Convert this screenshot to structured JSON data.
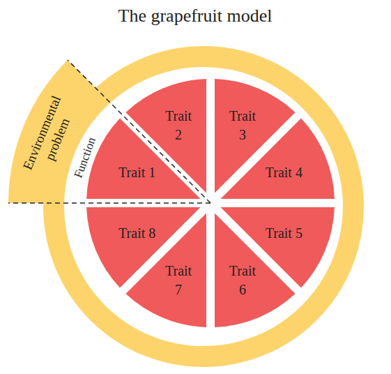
{
  "diagram": {
    "title": "The grapefruit model",
    "nodes": [
      {
        "text": [
          "Trait 1"
        ]
      },
      {
        "text": [
          "Trait 2"
        ]
      },
      {
        "text": [
          "Trait 3"
        ]
      },
      {
        "text": [
          "Trait 4"
        ]
      },
      {
        "text": [
          "Trait 5"
        ]
      },
      {
        "text": [
          "Trait 6"
        ]
      },
      {
        "text": [
          "Trait 7"
        ]
      },
      {
        "text": [
          "Trait 8"
        ]
      },
      {
        "text": [
          "Environmental problem"
        ]
      }
    ],
    "labels": [
      "Function"
    ]
  }
}
